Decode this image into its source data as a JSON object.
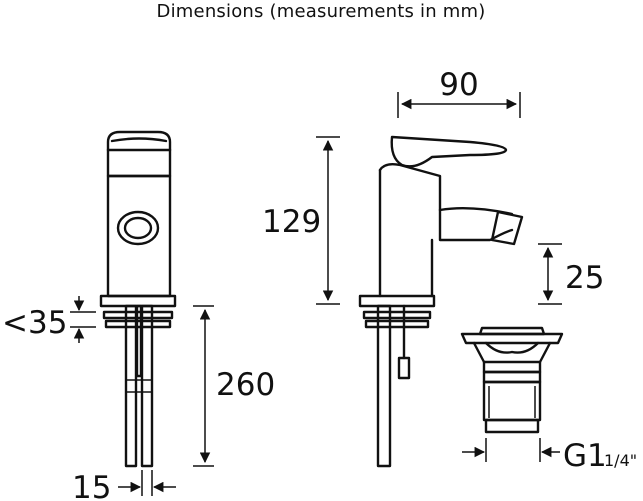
{
  "title": "Dimensions (measurements in mm)",
  "dimensions": {
    "spout_reach": "90",
    "height": "129",
    "spout_clearance": "25",
    "deck_thickness": "<35",
    "tail_length": "260",
    "tail_diameter": "15",
    "waste_thread": "G1",
    "waste_thread_fraction": "1/4\""
  },
  "colors": {
    "line": "#111111",
    "background": "#ffffff"
  }
}
